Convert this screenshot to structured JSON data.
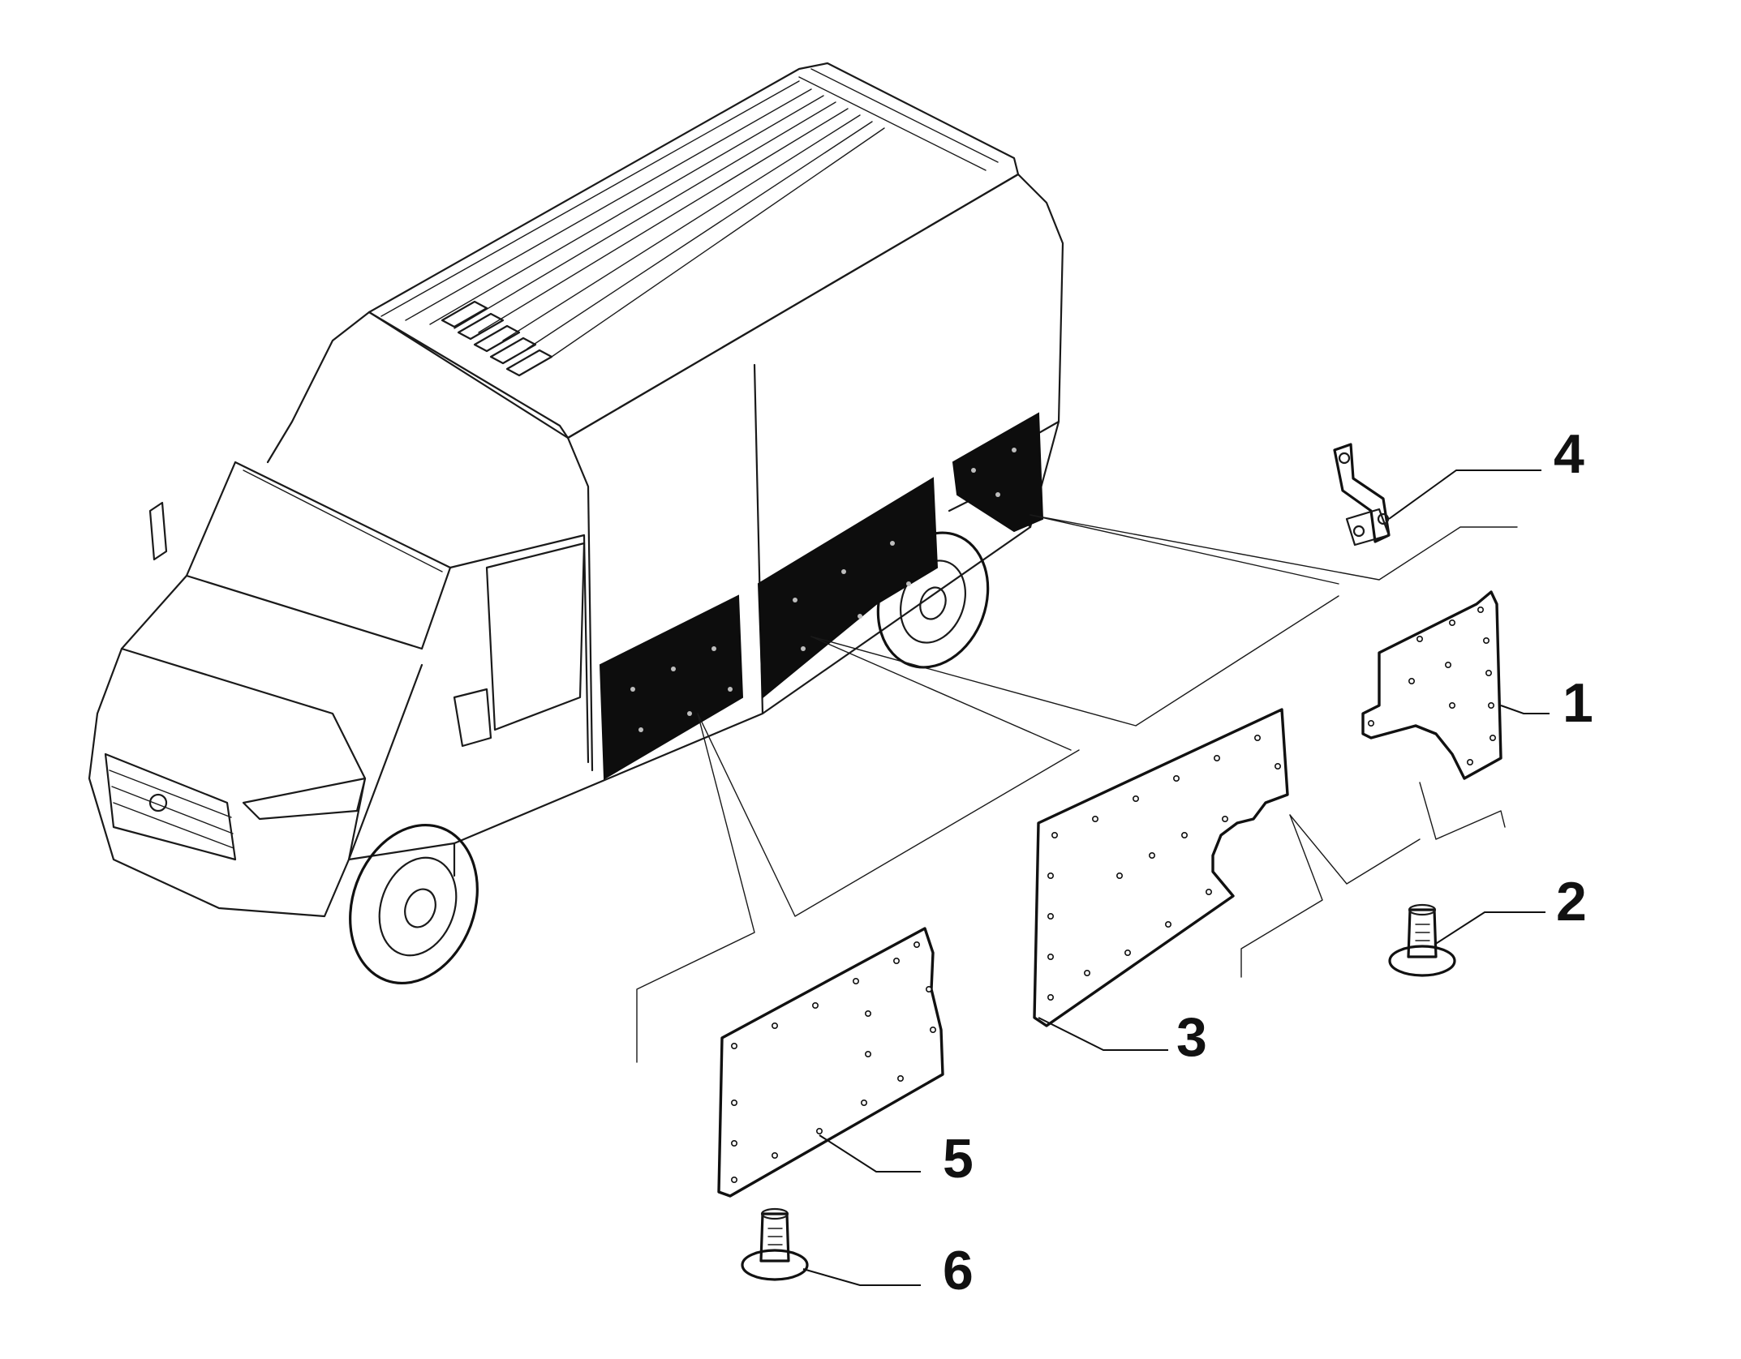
{
  "diagram": {
    "callouts": [
      {
        "id": "part-1",
        "number": "1"
      },
      {
        "id": "part-2",
        "number": "2"
      },
      {
        "id": "part-3",
        "number": "3"
      },
      {
        "id": "part-4",
        "number": "4"
      },
      {
        "id": "part-5",
        "number": "5"
      },
      {
        "id": "part-6",
        "number": "6"
      }
    ],
    "colors": {
      "ink": "#111111",
      "background": "#ffffff",
      "panel_fill": "#0d0d0d"
    }
  }
}
